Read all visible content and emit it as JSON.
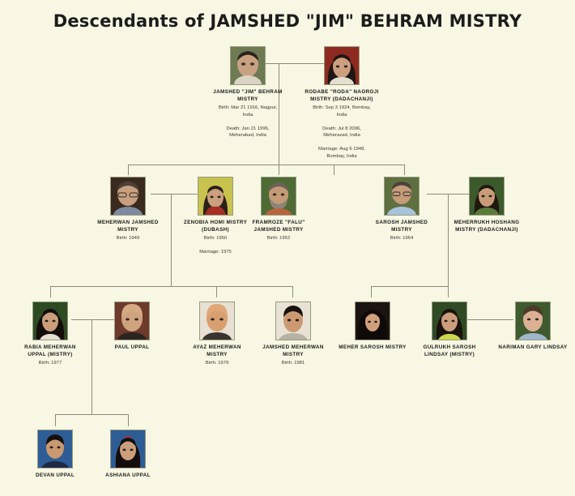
{
  "title": "Descendants of JAMSHED \"JIM\" BEHRAM MISTRY",
  "colors": {
    "background": "#f7f7e3",
    "line": "#8d8d76",
    "text": "#1a1a1a",
    "detail_text": "#3a3a30",
    "photo_border": "#9a9a82"
  },
  "generations": [
    {
      "id": "generation-1",
      "people": [
        {
          "id": "jamshed-jim-behram-mistry",
          "name": "JAMSHED \"JIM\" BEHRAM\nMISTRY",
          "details": "Birth: Mar 21 1916, Nagpur,\nIndia\n\nDeath: Jan 21 1996,\nMeherabad, India",
          "photo": "portrait-man-glasses-dark-hair"
        },
        {
          "id": "rodabe-roda-naoroji-mistry",
          "name": "RODABE \"RODA\" NAOROJI\nMISTRY  (DADACHANJI)",
          "details": "Birth: Sep 3 1924, Bombay,\nIndia\n\nDeath: Jul 8 2006,\nMeherazad, India\n\nMarriage: Aug 6 1948,\nBombay, India",
          "photo": "portrait-woman-dark-hair"
        }
      ]
    },
    {
      "id": "generation-2",
      "people": [
        {
          "id": "meherwan-jamshed-mistry",
          "name": "MEHERWAN  JAMSHED\nMISTRY",
          "details": "Birth: 1949",
          "photo": "portrait-older-man-glasses"
        },
        {
          "id": "zenobia-homi-mistry",
          "name": "ZENOBIA HOMI MISTRY\n(DUBASH)",
          "details": "Birth: 1950\n\nMarriage: 1975",
          "photo": "portrait-woman-red-scarf"
        },
        {
          "id": "framroze-falu-jamshed-mistry",
          "name": "FRAMROZE \"FALU\"\nJAMSHED MISTRY",
          "details": "Birth: 1952",
          "photo": "portrait-man-beard-greenery"
        },
        {
          "id": "sarosh-jamshed-mistry",
          "name": "SAROSH  JAMSHED\nMISTRY",
          "details": "Birth: 1954",
          "photo": "portrait-man-blue-shirt"
        },
        {
          "id": "meherrukh-hoshang-mistry",
          "name": "MEHERRUKH HOSHANG\nMISTRY  (DADACHANJI)",
          "details": "",
          "photo": "portrait-woman-smiling-green"
        }
      ]
    },
    {
      "id": "generation-3",
      "people": [
        {
          "id": "rabia-meherwan-uppal",
          "name": "RABIA  MEHERWAN\nUPPAL  (MISTRY)",
          "details": "Birth: 1977",
          "photo": "portrait-woman-long-dark-hair"
        },
        {
          "id": "paul-uppal",
          "name": "PAUL  UPPAL",
          "details": "",
          "photo": "portrait-bald-man"
        },
        {
          "id": "ayaz-meherwan-mistry",
          "name": "AYAZ  MEHERWAN\nMISTRY",
          "details": "Birth: 1979",
          "photo": "portrait-man-shaved-head"
        },
        {
          "id": "jamshed-meherwan-mistry",
          "name": "JAMSHED MEHERWAN\nMISTRY",
          "details": "Birth: 1981",
          "photo": "portrait-young-man-dark-hair"
        },
        {
          "id": "meher-sarosh-mistry",
          "name": "MEHER SAROSH MISTRY",
          "details": "",
          "photo": "portrait-woman-curly-hair"
        },
        {
          "id": "gulrukh-sarosh-lindsay",
          "name": "GULRUKH SAROSH\nLINDSAY  (MISTRY)",
          "details": "",
          "photo": "portrait-woman-yellow-top"
        },
        {
          "id": "nariman-gary-lindsay",
          "name": "NARIMAN GARY  LINDSAY",
          "details": "",
          "photo": "portrait-man-light-shirt"
        }
      ]
    },
    {
      "id": "generation-4",
      "people": [
        {
          "id": "devan-uppal",
          "name": "DEVAN  UPPAL",
          "details": "",
          "photo": "portrait-boy-blue-background"
        },
        {
          "id": "ashiana-uppal",
          "name": "ASHIANA UPPAL",
          "details": "",
          "photo": "portrait-girl-blue-background"
        }
      ]
    }
  ]
}
